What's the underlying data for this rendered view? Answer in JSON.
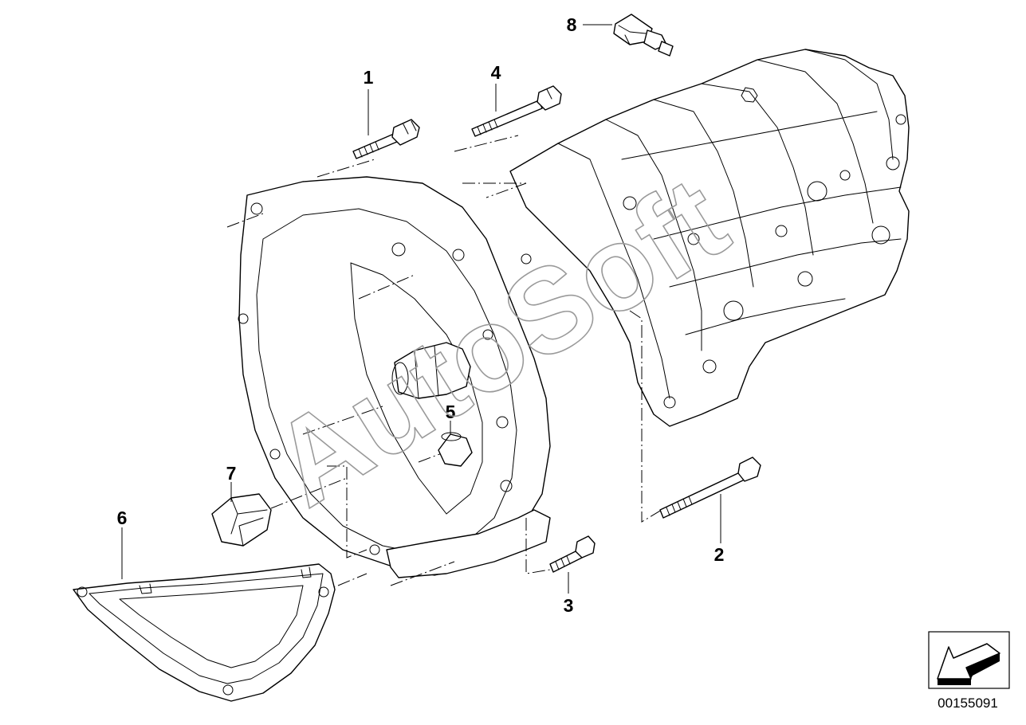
{
  "diagram": {
    "part_labels": [
      "1",
      "2",
      "3",
      "4",
      "5",
      "6",
      "7",
      "8"
    ],
    "watermark": "AutoSoft",
    "catalog_number": "00155091",
    "icons": {
      "nav_arrow": "arrow-down-left-icon"
    },
    "colors": {
      "ink": "#000000",
      "paper": "#ffffff",
      "watermark": "#9a9a9a"
    }
  }
}
